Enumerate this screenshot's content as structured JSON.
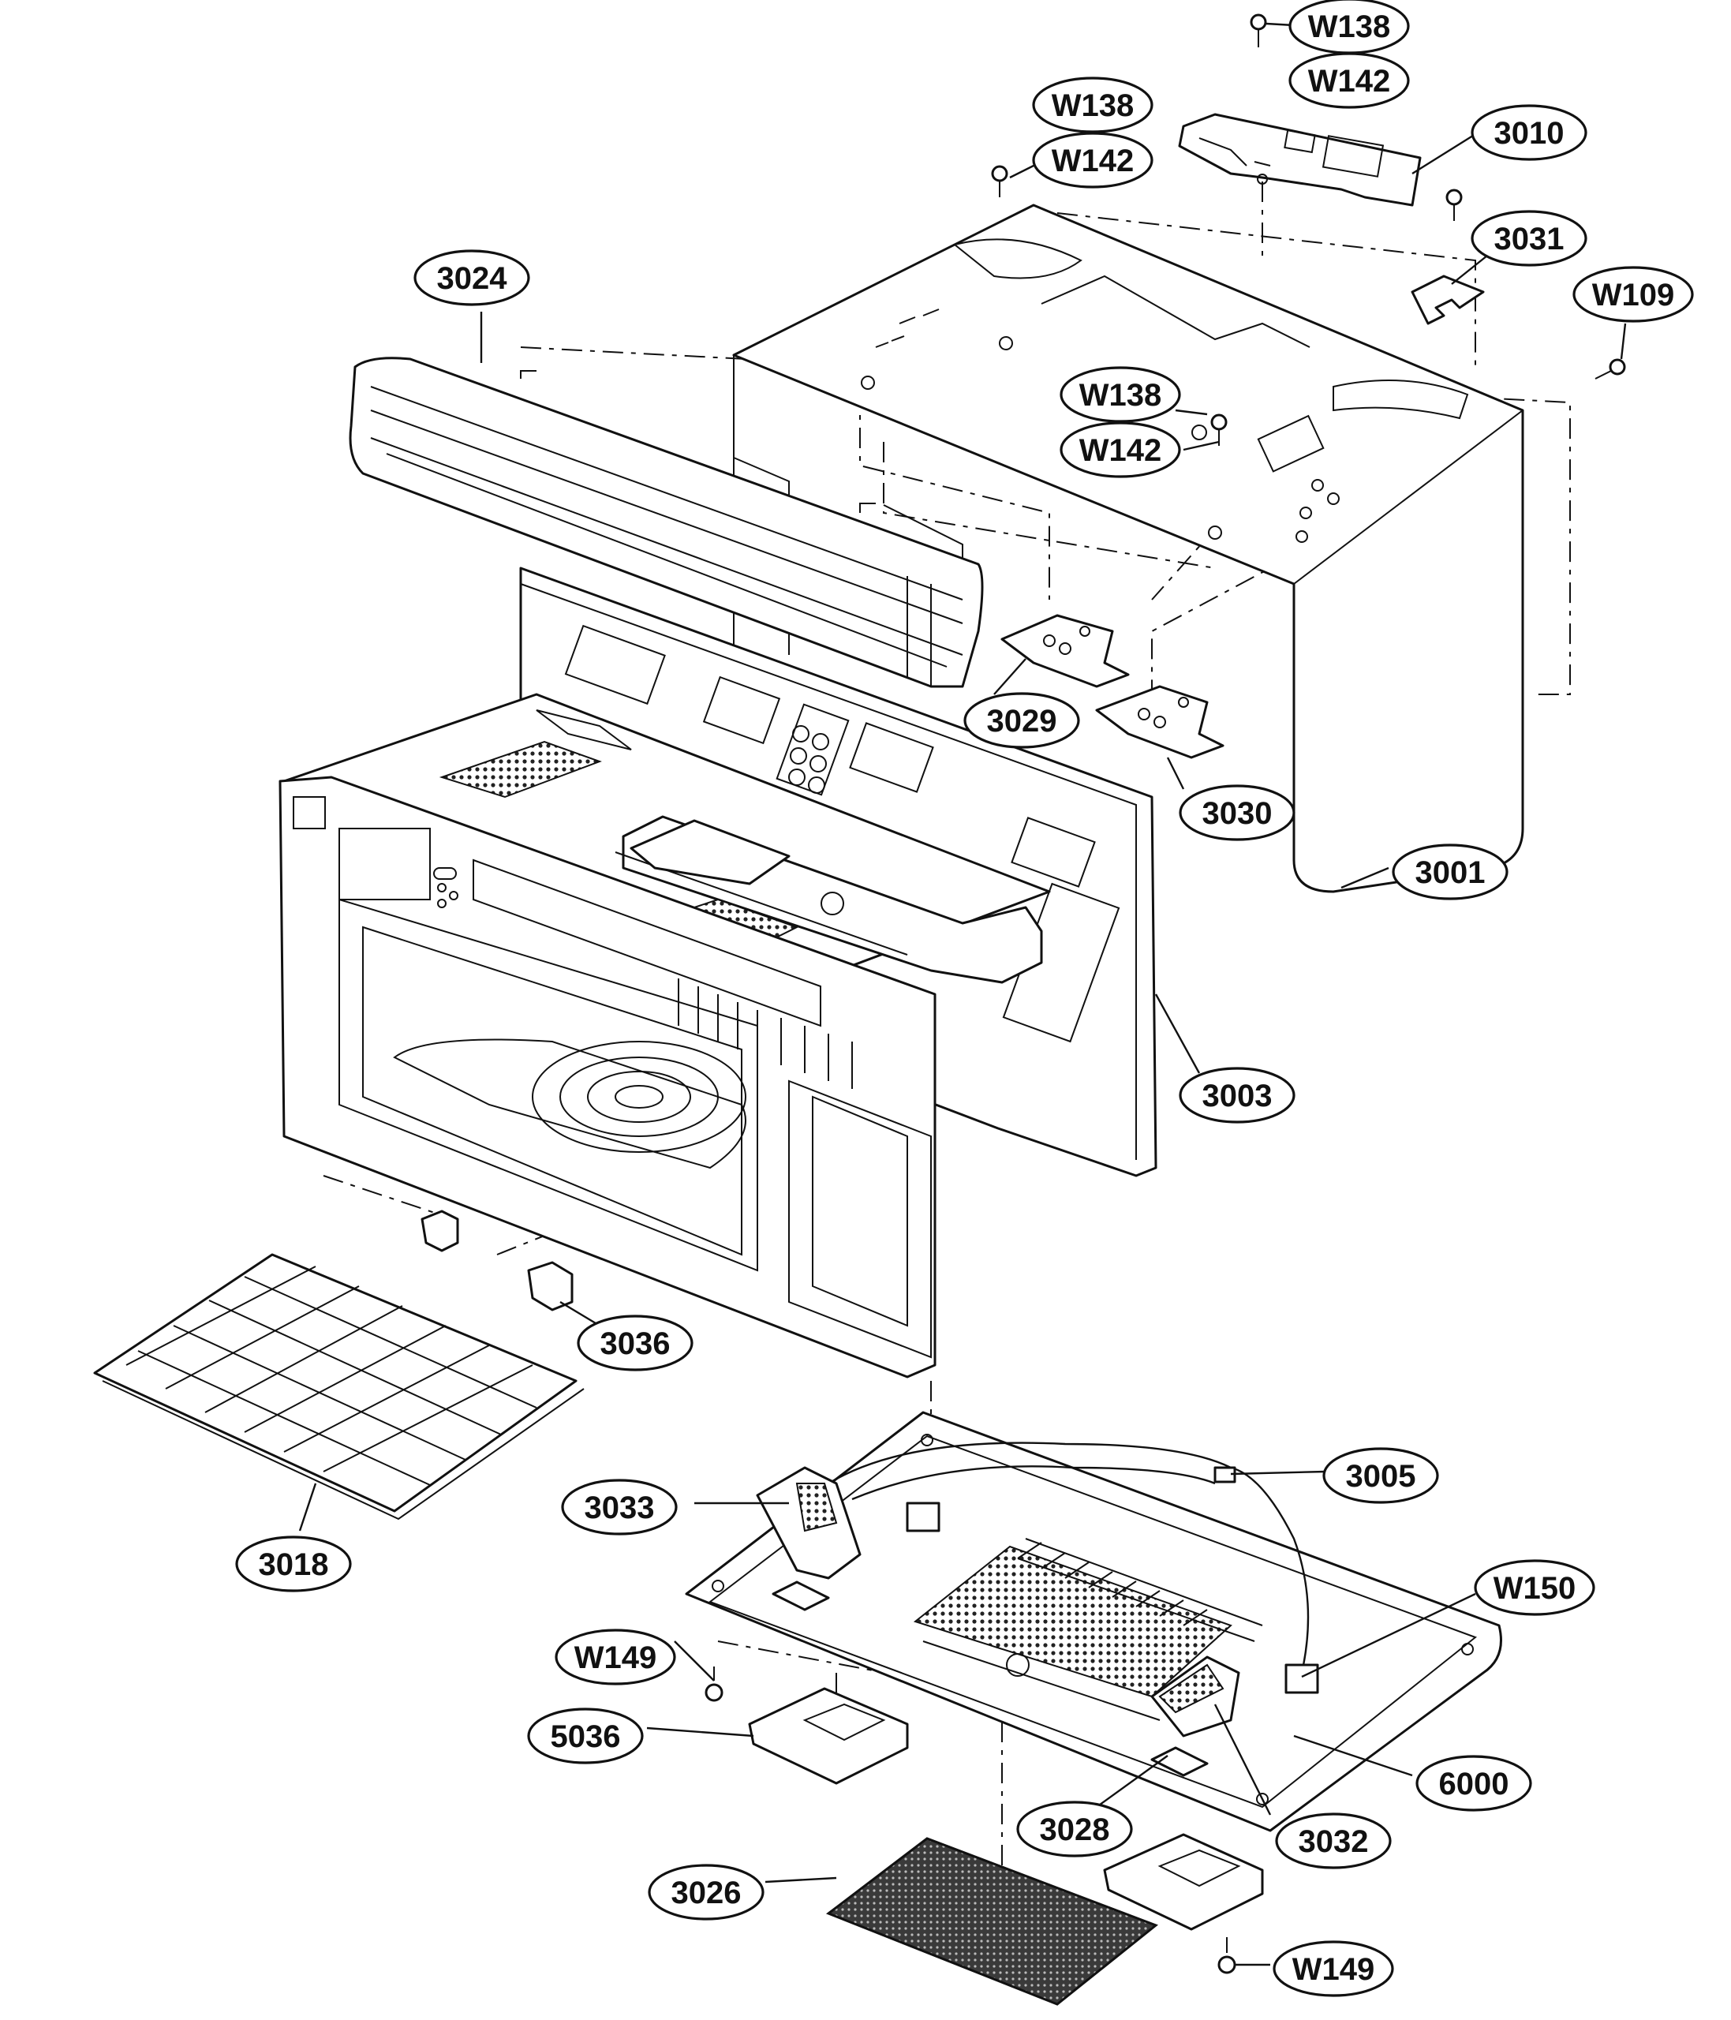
{
  "diagram": {
    "callouts": [
      {
        "id": "w138-top",
        "label": "W138"
      },
      {
        "id": "w142-top",
        "label": "W142"
      },
      {
        "id": "w138-left",
        "label": "W138"
      },
      {
        "id": "w142-left",
        "label": "W142"
      },
      {
        "id": "p3010",
        "label": "3010"
      },
      {
        "id": "p3031",
        "label": "3031"
      },
      {
        "id": "w109",
        "label": "W109"
      },
      {
        "id": "p3024",
        "label": "3024"
      },
      {
        "id": "w138-mid",
        "label": "W138"
      },
      {
        "id": "w142-mid",
        "label": "W142"
      },
      {
        "id": "p3029",
        "label": "3029"
      },
      {
        "id": "p3030",
        "label": "3030"
      },
      {
        "id": "p3001",
        "label": "3001"
      },
      {
        "id": "p3003",
        "label": "3003"
      },
      {
        "id": "p3036",
        "label": "3036"
      },
      {
        "id": "p3005",
        "label": "3005"
      },
      {
        "id": "p3033",
        "label": "3033"
      },
      {
        "id": "p3018",
        "label": "3018"
      },
      {
        "id": "w150",
        "label": "W150"
      },
      {
        "id": "w149-left",
        "label": "W149"
      },
      {
        "id": "p5036",
        "label": "5036"
      },
      {
        "id": "p6000",
        "label": "6000"
      },
      {
        "id": "p3028",
        "label": "3028"
      },
      {
        "id": "p3032",
        "label": "3032"
      },
      {
        "id": "p3026",
        "label": "3026"
      },
      {
        "id": "w149-right",
        "label": "W149"
      }
    ]
  }
}
